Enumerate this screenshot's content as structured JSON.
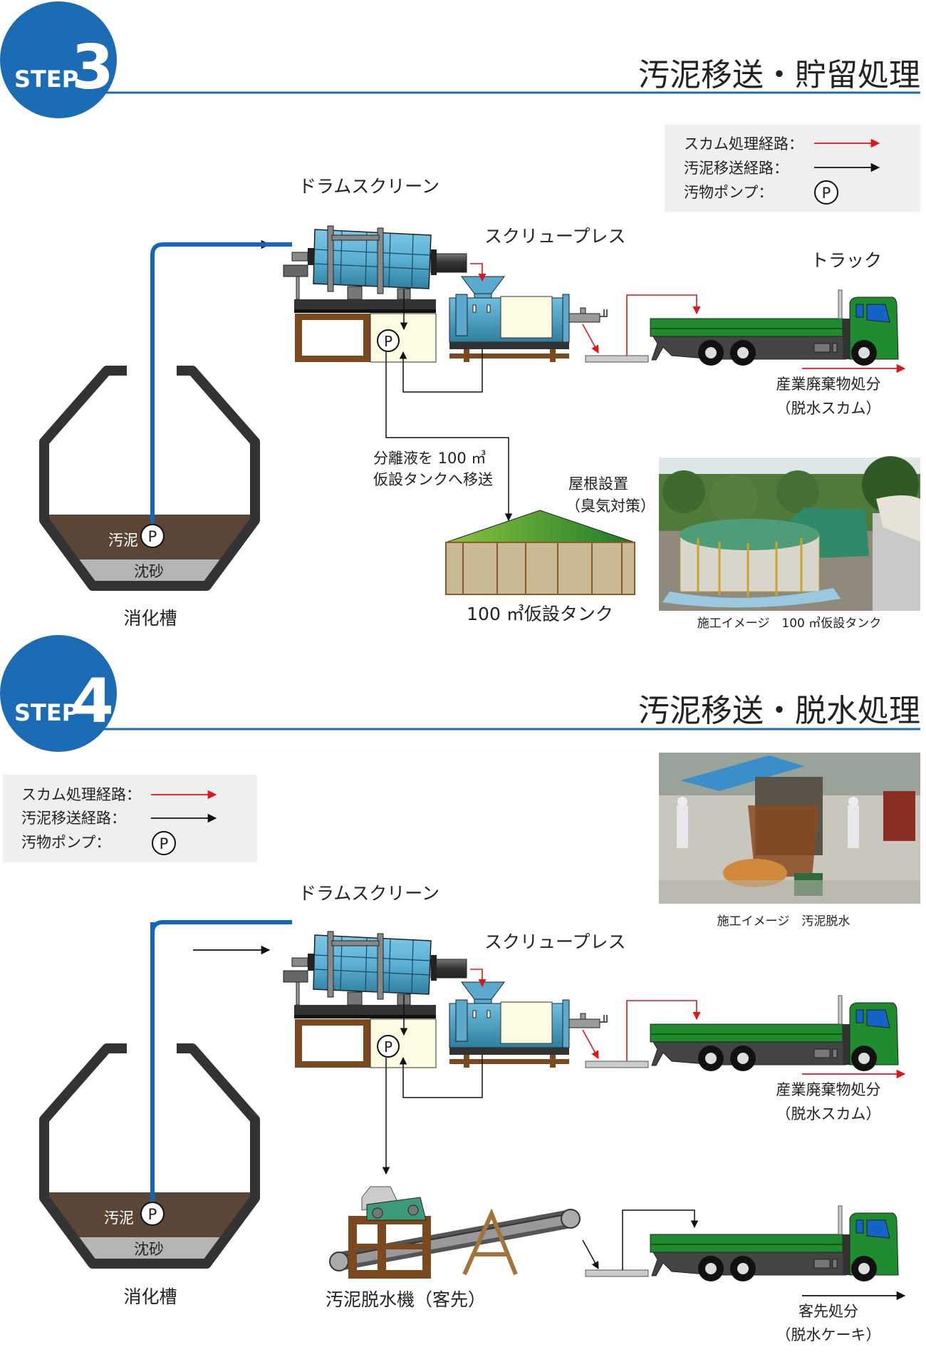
{
  "colors": {
    "step_badge": "#1b6bb5",
    "scum_route": "#e0141b",
    "sludge_route": "#111111",
    "pipe": "#1565b8",
    "truck": "#1e8c2e"
  },
  "step3": {
    "badge_word": "STEP",
    "badge_number": "3",
    "title": "汚泥移送・貯留処理",
    "legend": {
      "scum_route": "スカム処理経路：",
      "sludge_route": "汚泥移送経路：",
      "pump": "汚物ポンプ：",
      "pump_symbol": "P"
    },
    "drum_screen": "ドラムスクリーン",
    "screw_press": "スクリュープレス",
    "truck": "トラック",
    "disposal_line1": "産業廃棄物処分",
    "disposal_line2": "（脱水スカム）",
    "transfer_line1": "分離液を 100 ㎥",
    "transfer_line2": "仮設タンクへ移送",
    "roof_line1": "屋根設置",
    "roof_line2": "（臭気対策）",
    "tank_label": "100 ㎥仮設タンク",
    "digester": "消化槽",
    "sludge": "汚泥",
    "sand": "沈砂",
    "pump_symbol": "P",
    "photo_caption": "施工イメージ　100 ㎥仮設タンク"
  },
  "step4": {
    "badge_word": "STEP",
    "badge_number": "4",
    "title": "汚泥移送・脱水処理",
    "legend": {
      "scum_route": "スカム処理経路：",
      "sludge_route": "汚泥移送経路：",
      "pump": "汚物ポンプ：",
      "pump_symbol": "P"
    },
    "drum_screen": "ドラムスクリーン",
    "screw_press": "スクリュープレス",
    "disposal_line1": "産業廃棄物処分",
    "disposal_line2": "（脱水スカム）",
    "dewatering_machine": "汚泥脱水機（客先）",
    "client_disposal_line1": "客先処分",
    "client_disposal_line2": "（脱水ケーキ）",
    "digester": "消化槽",
    "sludge": "汚泥",
    "sand": "沈砂",
    "pump_symbol": "P",
    "photo_caption": "施工イメージ　汚泥脱水"
  }
}
